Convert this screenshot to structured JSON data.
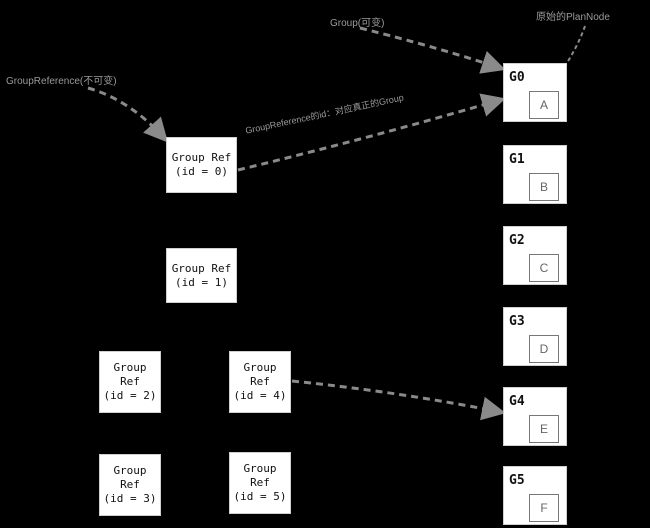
{
  "annotations": {
    "group_note": "Group(可变)",
    "plan_node_note": "原始的PlanNode",
    "reference_note": "GroupReference(不可变)",
    "edge_note": "GroupReference的id：对应真正的Group"
  },
  "group_refs": [
    {
      "lines": [
        "Group Ref",
        "(id = 0)"
      ]
    },
    {
      "lines": [
        "Group Ref",
        "(id = 1)"
      ]
    },
    {
      "lines": [
        "Group",
        "Ref",
        "(id = 2)"
      ]
    },
    {
      "lines": [
        "Group",
        "Ref",
        "(id = 3)"
      ]
    },
    {
      "lines": [
        "Group",
        "Ref",
        "(id = 4)"
      ]
    },
    {
      "lines": [
        "Group",
        "Ref",
        "(id = 5)"
      ]
    }
  ],
  "groups": [
    {
      "label": "G0",
      "node": "A"
    },
    {
      "label": "G1",
      "node": "B"
    },
    {
      "label": "G2",
      "node": "C"
    },
    {
      "label": "G3",
      "node": "D"
    },
    {
      "label": "G4",
      "node": "E"
    },
    {
      "label": "G5",
      "node": "F"
    }
  ]
}
